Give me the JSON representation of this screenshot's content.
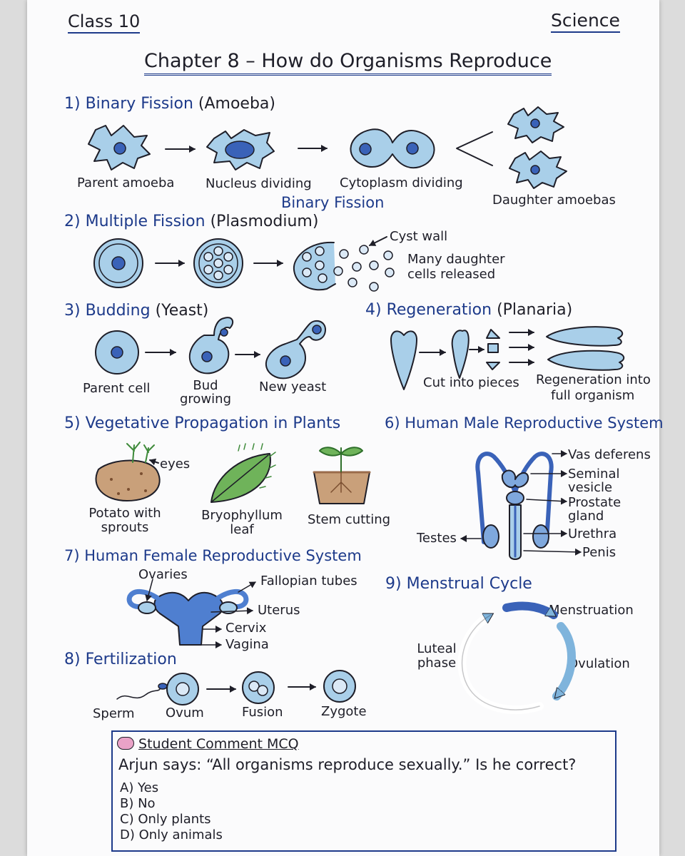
{
  "header": {
    "class_label": "Class 10",
    "subject_label": "Science",
    "title": "Chapter 8 – How do Organisms Reproduce"
  },
  "sec1": {
    "num": "1)",
    "title": "Binary Fission",
    "paren": "(Amoeba)",
    "parent": "Parent amoeba",
    "nucleus": "Nucleus dividing",
    "cytoplasm": "Cytoplasm dividing",
    "caption": "Binary Fission",
    "daughters": "Daughter amoebas"
  },
  "sec2": {
    "num": "2)",
    "title": "Multiple Fission",
    "paren": "(Plasmodium)",
    "cyst": "Cyst wall",
    "released_1": "Many daughter",
    "released_2": "cells released"
  },
  "sec3": {
    "num": "3)",
    "title": "Budding",
    "paren": "(Yeast)",
    "parent": "Parent cell",
    "bud_1": "Bud",
    "bud_2": "growing",
    "new_yeast": "New yeast"
  },
  "sec4": {
    "num": "4)",
    "title": "Regeneration",
    "paren": "(Planaria)",
    "cut": "Cut into pieces",
    "regen_1": "Regeneration into",
    "regen_2": "full organism"
  },
  "sec5": {
    "num": "5)",
    "title": "Vegetative Propagation in Plants",
    "eyes": "eyes",
    "potato_1": "Potato with",
    "potato_2": "sprouts",
    "bryo_1": "Bryophyllum",
    "bryo_2": "leaf",
    "stem": "Stem cutting"
  },
  "sec6": {
    "num": "6)",
    "title": "Human Male Reproductive System",
    "vas": "Vas deferens",
    "seminal_1": "Seminal",
    "seminal_2": "vesicle",
    "prostate_1": "Prostate",
    "prostate_2": "gland",
    "urethra": "Urethra",
    "penis": "Penis",
    "testes": "Testes"
  },
  "sec7": {
    "num": "7)",
    "title": "Human Female Reproductive System",
    "ovaries": "Ovaries",
    "fallopian": "Fallopian tubes",
    "uterus": "Uterus",
    "cervix": "Cervix",
    "vagina": "Vagina"
  },
  "sec8": {
    "num": "8)",
    "title": "Fertilization",
    "sperm": "Sperm",
    "ovum": "Ovum",
    "fusion": "Fusion",
    "zygote": "Zygote"
  },
  "sec9": {
    "num": "9)",
    "title": "Menstrual Cycle",
    "menstruation": "Menstruation",
    "ovulation": "Ovulation",
    "luteal_1": "Luteal",
    "luteal_2": "phase"
  },
  "mcq": {
    "icon": "brain-icon",
    "heading": "Student Comment MCQ",
    "question": "Arjun says: “All organisms reproduce sexually.” Is he correct?",
    "options": [
      "A) Yes",
      "B) No",
      "C) Only plants",
      "D) Only animals"
    ]
  },
  "colors": {
    "ink": "#1e1e28",
    "heading_blue": "#1d3a8a",
    "cell_fill": "#a9cfe9",
    "nucleus": "#3a62b8",
    "leaf_green": "#6fb35a",
    "soil_brown": "#9a6b4a"
  }
}
